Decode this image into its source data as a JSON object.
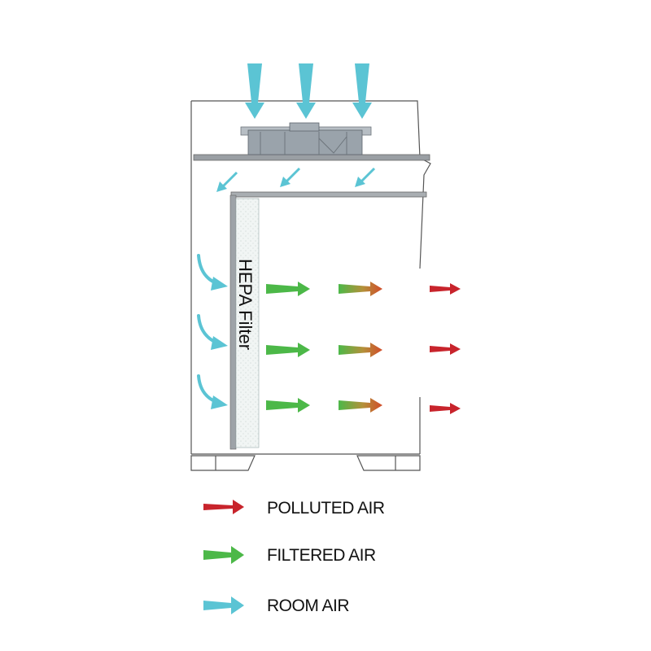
{
  "filter_label": "HEPA Filter",
  "colors": {
    "room_air": "#5bc4d4",
    "filtered_air": "#4cb848",
    "polluted_air": "#c8242c",
    "cabinet_outline": "#555555",
    "filter_fill": "#eef3f2",
    "fan_gray": "#9aa3ab"
  },
  "legend": [
    {
      "key": "polluted",
      "label": "POLLUTED AIR",
      "arrow_color": "#c8242c"
    },
    {
      "key": "filtered",
      "label": "FILTERED AIR",
      "arrow_color": "#4cb848"
    },
    {
      "key": "room",
      "label": "ROOM AIR",
      "arrow_color": "#5bc4d4"
    }
  ]
}
